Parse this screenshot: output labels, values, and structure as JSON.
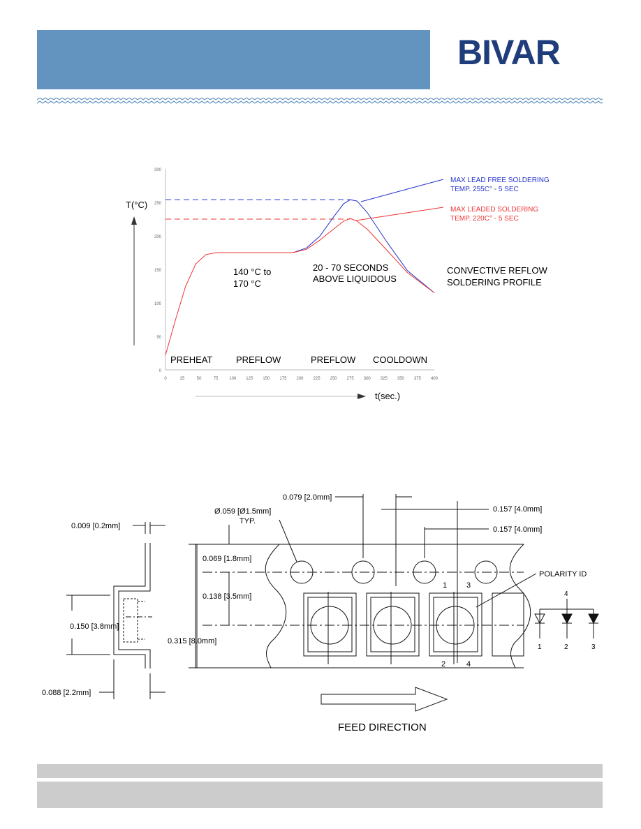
{
  "brand": {
    "name": "BIVAR",
    "color": "#1f3d7a"
  },
  "header": {
    "band_color": "#6294bf"
  },
  "chart_data": {
    "type": "line",
    "x": [
      0,
      25,
      50,
      75,
      100,
      125,
      150,
      175,
      200,
      225,
      250,
      275,
      300,
      325,
      350,
      375,
      400
    ],
    "x_ticks": [
      "0",
      "25",
      "50",
      "75",
      "100",
      "125",
      "150",
      "175",
      "200",
      "225",
      "250",
      "275",
      "300",
      "325",
      "350",
      "375",
      "400"
    ],
    "y_ticks": [
      "0",
      "50",
      "100",
      "150",
      "200",
      "250",
      "300"
    ],
    "xlim": [
      0,
      400
    ],
    "ylim": [
      0,
      300
    ],
    "ylabel": "T(°C)",
    "xlabel": "t(sec.)",
    "series": [
      {
        "color": "#2233cc",
        "points": [
          [
            190,
            175
          ],
          [
            210,
            182
          ],
          [
            230,
            200
          ],
          [
            250,
            228
          ],
          [
            265,
            248
          ],
          [
            275,
            254
          ],
          [
            285,
            252
          ],
          [
            300,
            235
          ],
          [
            330,
            190
          ],
          [
            360,
            148
          ],
          [
            400,
            115
          ]
        ]
      },
      {
        "color": "#ee3333",
        "points": [
          [
            0,
            22
          ],
          [
            15,
            75
          ],
          [
            30,
            125
          ],
          [
            45,
            158
          ],
          [
            60,
            172
          ],
          [
            75,
            175
          ],
          [
            100,
            175
          ],
          [
            125,
            175
          ],
          [
            150,
            175
          ],
          [
            175,
            175
          ],
          [
            190,
            175
          ],
          [
            210,
            180
          ],
          [
            230,
            194
          ],
          [
            250,
            210
          ],
          [
            265,
            222
          ],
          [
            275,
            226
          ],
          [
            285,
            222
          ],
          [
            300,
            210
          ],
          [
            330,
            178
          ],
          [
            360,
            145
          ],
          [
            400,
            115
          ]
        ]
      }
    ],
    "reference_lines": [
      {
        "y": 254,
        "color": "#2233cc",
        "style": "dashed"
      },
      {
        "y": 225,
        "color": "#ee3333",
        "style": "dashed"
      }
    ],
    "annotations": {
      "lead_free_line1": "MAX LEAD FREE SOLDERING",
      "lead_free_line2": "TEMP. 255C° - 5 SEC",
      "leaded_line1": "MAX LEADED SOLDERING",
      "leaded_line2": "TEMP. 220C° - 5 SEC",
      "preheat_temp_line1": "140 °C to",
      "preheat_temp_line2": "170 °C",
      "liquidous_line1": "20 - 70 SECONDS",
      "liquidous_line2": "ABOVE LIQUIDOUS",
      "profile_line1": "CONVECTIVE REFLOW",
      "profile_line2": "SOLDERING PROFILE"
    },
    "zones": [
      "PREHEAT",
      "PREFLOW",
      "PREFLOW",
      "COOLDOWN"
    ]
  },
  "tape_drawing": {
    "dim_thickness": "0.009 [0.2mm]",
    "dim_hole_diameter": "Ø.059 [Ø1.5mm]",
    "dim_hole_typ": "TYP.",
    "dim_hole_pitch": "0.079 [2.0mm]",
    "dim_pitch_a": "0.157 [4.0mm]",
    "dim_pitch_b": "0.157 [4.0mm]",
    "dim_hole_edge": "0.069 [1.8mm]",
    "dim_pocket_offset": "0.138 [3.5mm]",
    "dim_tape_width": "0.315 [8.0mm]",
    "dim_pocket_height": "0.150 [3.8mm]",
    "dim_pocket_depth": "0.088 [2.2mm]",
    "polarity_label": "POLARITY ID",
    "pin_1": "1",
    "pin_2": "2",
    "pin_3": "3",
    "pin_4": "4",
    "feed_direction": "FEED DIRECTION"
  },
  "footer": {
    "color": "#cccccc"
  }
}
